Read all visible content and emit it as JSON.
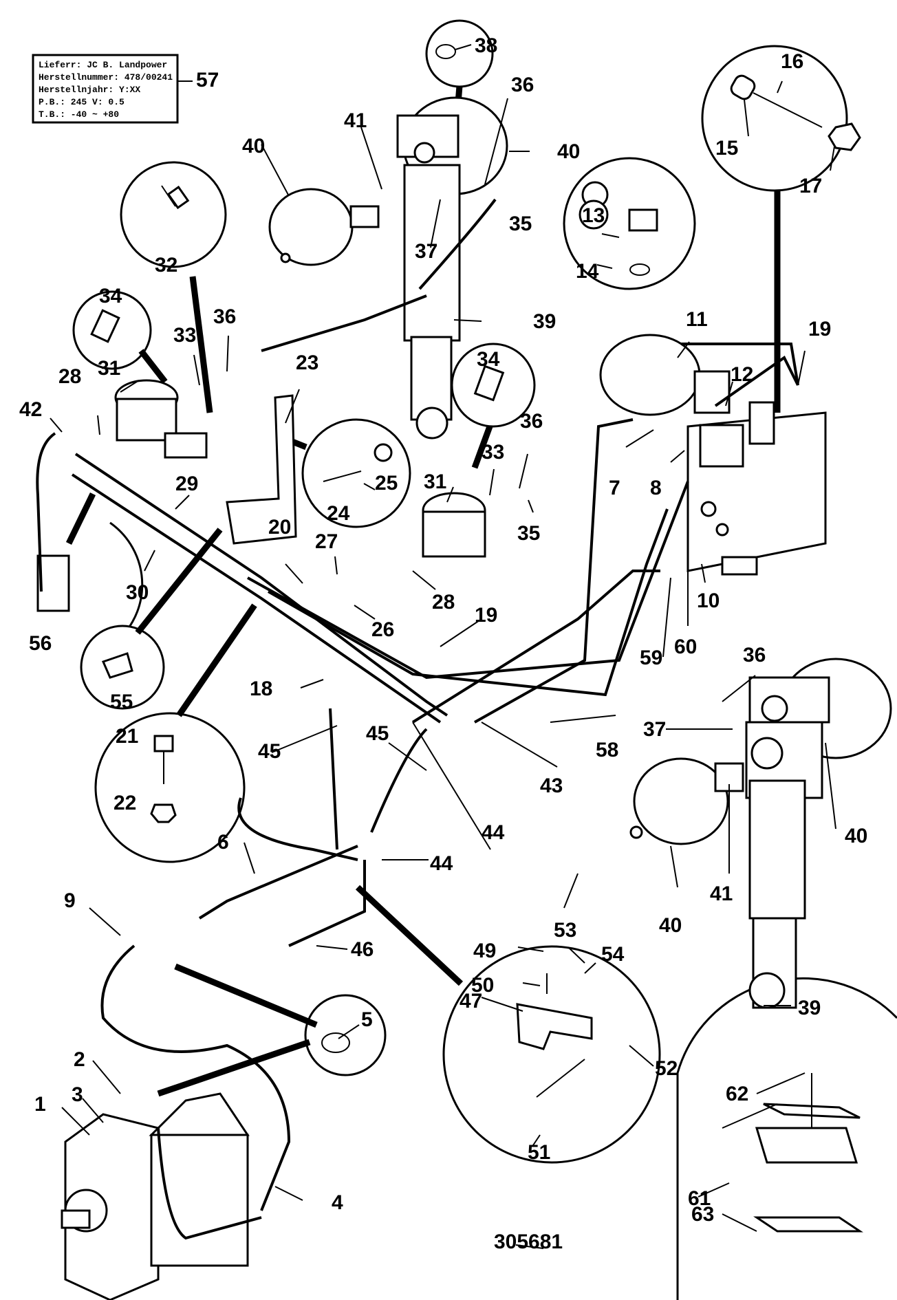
{
  "drawing_number": "305681",
  "data_plate": {
    "callout": "57",
    "lines": [
      "Lieferr: JC B. Landpower",
      "Herstellnummer: 478/00241",
      "Herstellnjahr: Y:XX",
      "P.B.: 245     V: 0.5",
      "T.B.: -40 ~ +80"
    ]
  },
  "callouts": {
    "c1": "1",
    "c2": "2",
    "c3": "3",
    "c4": "4",
    "c5": "5",
    "c6": "6",
    "c7": "7",
    "c8": "8",
    "c9": "9",
    "c10": "10",
    "c11": "11",
    "c12": "12",
    "c13": "13",
    "c14": "14",
    "c15": "15",
    "c16": "16",
    "c17": "17",
    "c18": "18",
    "c19a": "19",
    "c19b": "19",
    "c20": "20",
    "c21": "21",
    "c22": "22",
    "c23": "23",
    "c24": "24",
    "c25": "25",
    "c26": "26",
    "c27": "27",
    "c28a": "28",
    "c28b": "28",
    "c29": "29",
    "c30": "30",
    "c31a": "31",
    "c31b": "31",
    "c32": "32",
    "c33a": "33",
    "c33b": "33",
    "c34a": "34",
    "c34b": "34",
    "c35a": "35",
    "c35b": "35",
    "c36a": "36",
    "c36b": "36",
    "c36c": "36",
    "c36d": "36",
    "c37a": "37",
    "c37b": "37",
    "c38": "38",
    "c39a": "39",
    "c39b": "39",
    "c40a": "40",
    "c40b": "40",
    "c40c": "40",
    "c40d": "40",
    "c41a": "41",
    "c41b": "41",
    "c42": "42",
    "c43": "43",
    "c44a": "44",
    "c44b": "44",
    "c45a": "45",
    "c45b": "45",
    "c46": "46",
    "c47": "47",
    "c49": "49",
    "c50": "50",
    "c51": "51",
    "c52": "52",
    "c53": "53",
    "c54": "54",
    "c55": "55",
    "c56": "56",
    "c58": "58",
    "c59": "59",
    "c60": "60",
    "c61": "61",
    "c62": "62",
    "c63": "63"
  }
}
